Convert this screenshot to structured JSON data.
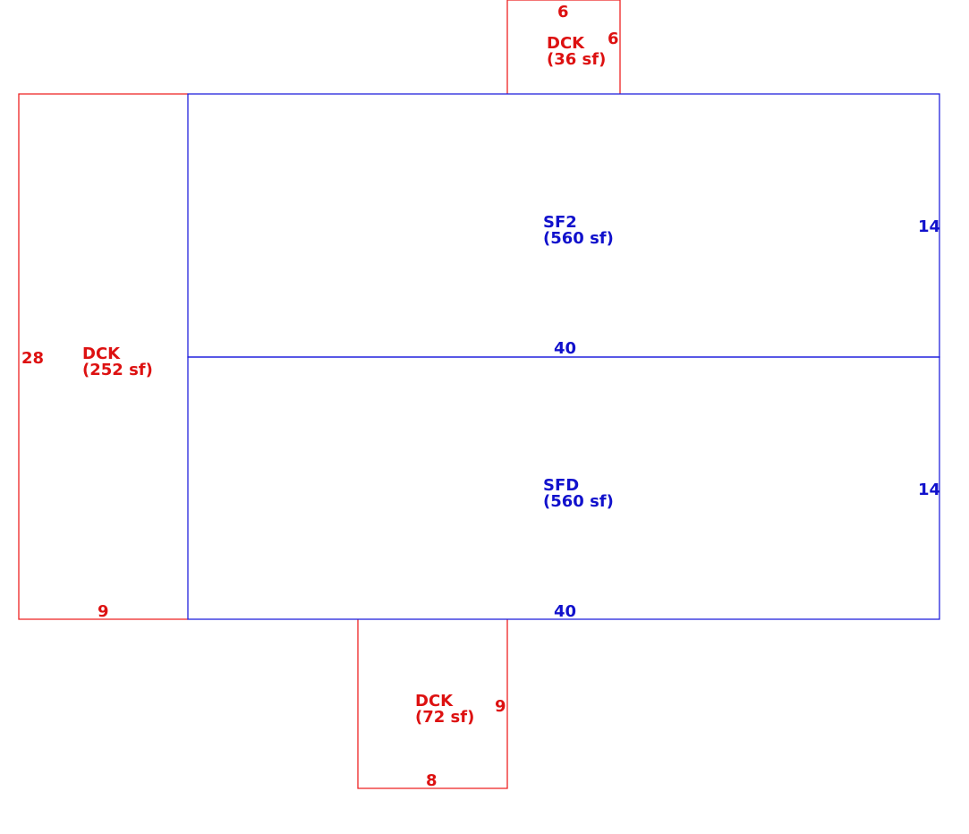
{
  "colors": {
    "deck": "#dd1111",
    "living": "#1111cc"
  },
  "areas": {
    "deck_top": {
      "code": "DCK",
      "area": "(36 sf)",
      "width": "6",
      "depth": "6"
    },
    "deck_left": {
      "code": "DCK",
      "area": "(252 sf)",
      "height": "28",
      "width": "9"
    },
    "second_floor": {
      "code": "SF2",
      "area": "(560 sf)",
      "width": "40",
      "depth": "14"
    },
    "first_floor": {
      "code": "SFD",
      "area": "(560 sf)",
      "width": "40",
      "depth": "14"
    },
    "deck_bottom": {
      "code": "DCK",
      "area": "(72 sf)",
      "width": "8",
      "depth": "9"
    }
  }
}
